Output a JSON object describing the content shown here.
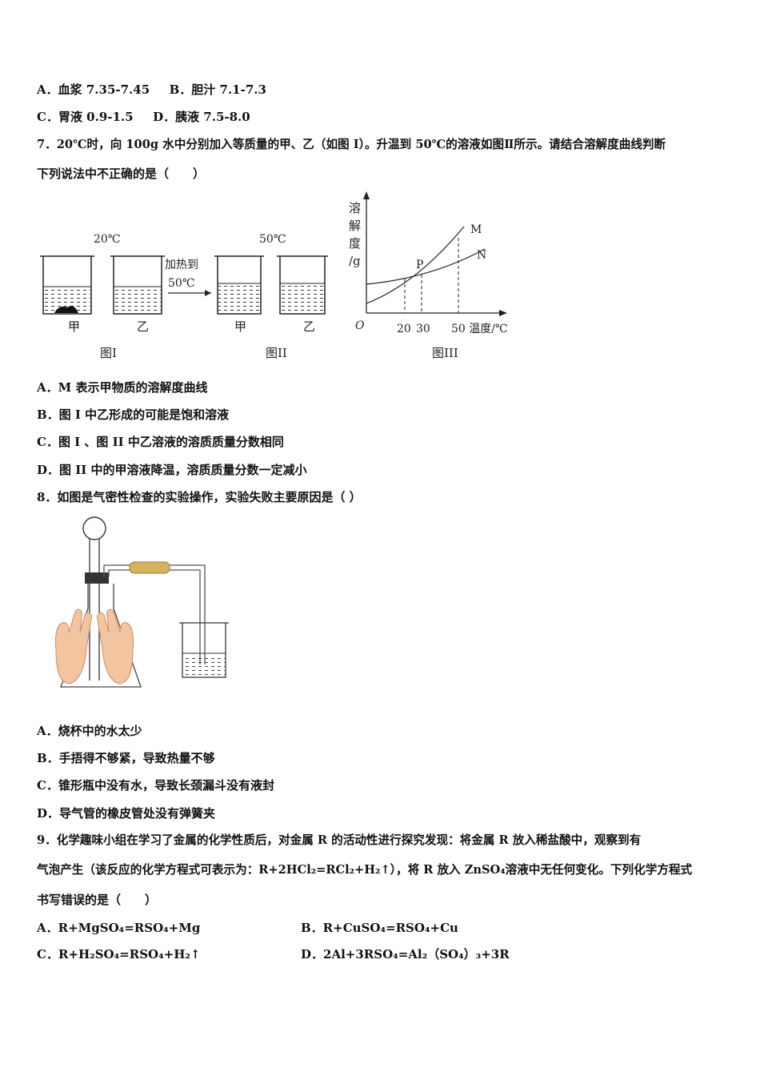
{
  "q6": {
    "option_a": "A．血浆 7.35-7.45",
    "option_b": "B．胆汁 7.1-7.3",
    "option_c": "C．胃液 0.9-1.5",
    "option_d": "D．胰液 7.5-8.0"
  },
  "q7": {
    "stem_line1": "7．20℃时，向 100g 水中分别加入等质量的甲、乙（如图 I）。升温到 50℃的溶液如图Ⅱ所示。请结合溶解度曲线判断",
    "stem_line2": "下列说法中不正确的是（　　）",
    "figure": {
      "temp_20": "20℃",
      "temp_50": "50℃",
      "heat_label_1": "加热到",
      "heat_label_2": "50℃",
      "beaker_jia": "甲",
      "beaker_yi": "乙",
      "caption_1": "图I",
      "caption_2": "图II",
      "caption_3": "图III",
      "y_axis_label": [
        "溶",
        "解",
        "度",
        "/g"
      ],
      "origin": "O",
      "tick_20": "20",
      "tick_30": "30",
      "x_axis_label": "50 温度/℃",
      "curve_m": "M",
      "curve_n": "N",
      "point_p": "P"
    },
    "option_a": "A．M 表示甲物质的溶解度曲线",
    "option_b": "B．图 I 中乙形成的可能是饱和溶液",
    "option_c": "C．图 I 、图 II 中乙溶液的溶质质量分数相同",
    "option_d": "D．图 II 中的甲溶液降温，溶质质量分数一定减小"
  },
  "q8": {
    "stem": "8．如图是气密性检查的实验操作，实验失败主要原因是（ ）",
    "option_a": "A．烧杯中的水太少",
    "option_b": "B．手捂得不够紧，导致热量不够",
    "option_c": "C．锥形瓶中没有水，导致长颈漏斗没有液封",
    "option_d": "D．导气管的橡皮管处没有弹簧夹"
  },
  "q9": {
    "stem_line1": "9．化学趣味小组在学习了金属的化学性质后，对金属 R 的活动性进行探究发现：将金属 R 放入稀盐酸中，观察到有",
    "stem_line2": "气泡产生（该反应的化学方程式可表示为：R+2HCl₂=RCl₂+H₂↑），将 R 放入 ZnSO₄溶液中无任何变化。下列化学方程式",
    "stem_line3": "书写错误的是（　　）",
    "option_a": "A．R+MgSO₄=RSO₄+Mg",
    "option_b": "B．R+CuSO₄=RSO₄+Cu",
    "option_c": "C．R+H₂SO₄=RSO₄+H₂↑",
    "option_d": "D．2Al+3RSO₄=Al₂（SO₄）₃+3R"
  }
}
